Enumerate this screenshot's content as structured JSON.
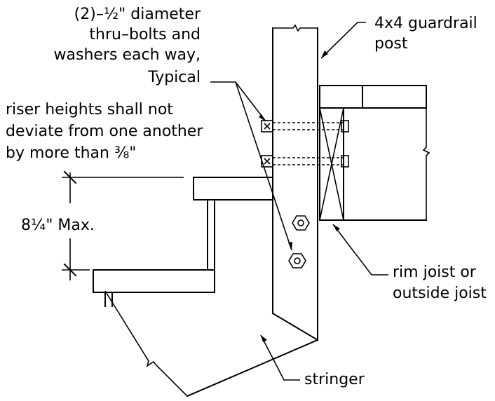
{
  "labels": {
    "bolts": [
      "(2)–½\" diameter",
      "thru–bolts and",
      "washers each way,",
      "Typical"
    ],
    "post": [
      "4x4 guardrail",
      "post"
    ],
    "riser": [
      "riser heights shall not",
      "deviate from one another",
      "by more than ⅜\""
    ],
    "dimension": "8¼\" Max.",
    "rim": [
      "rim joist or",
      "outside joist"
    ],
    "stringer": "stringer"
  }
}
